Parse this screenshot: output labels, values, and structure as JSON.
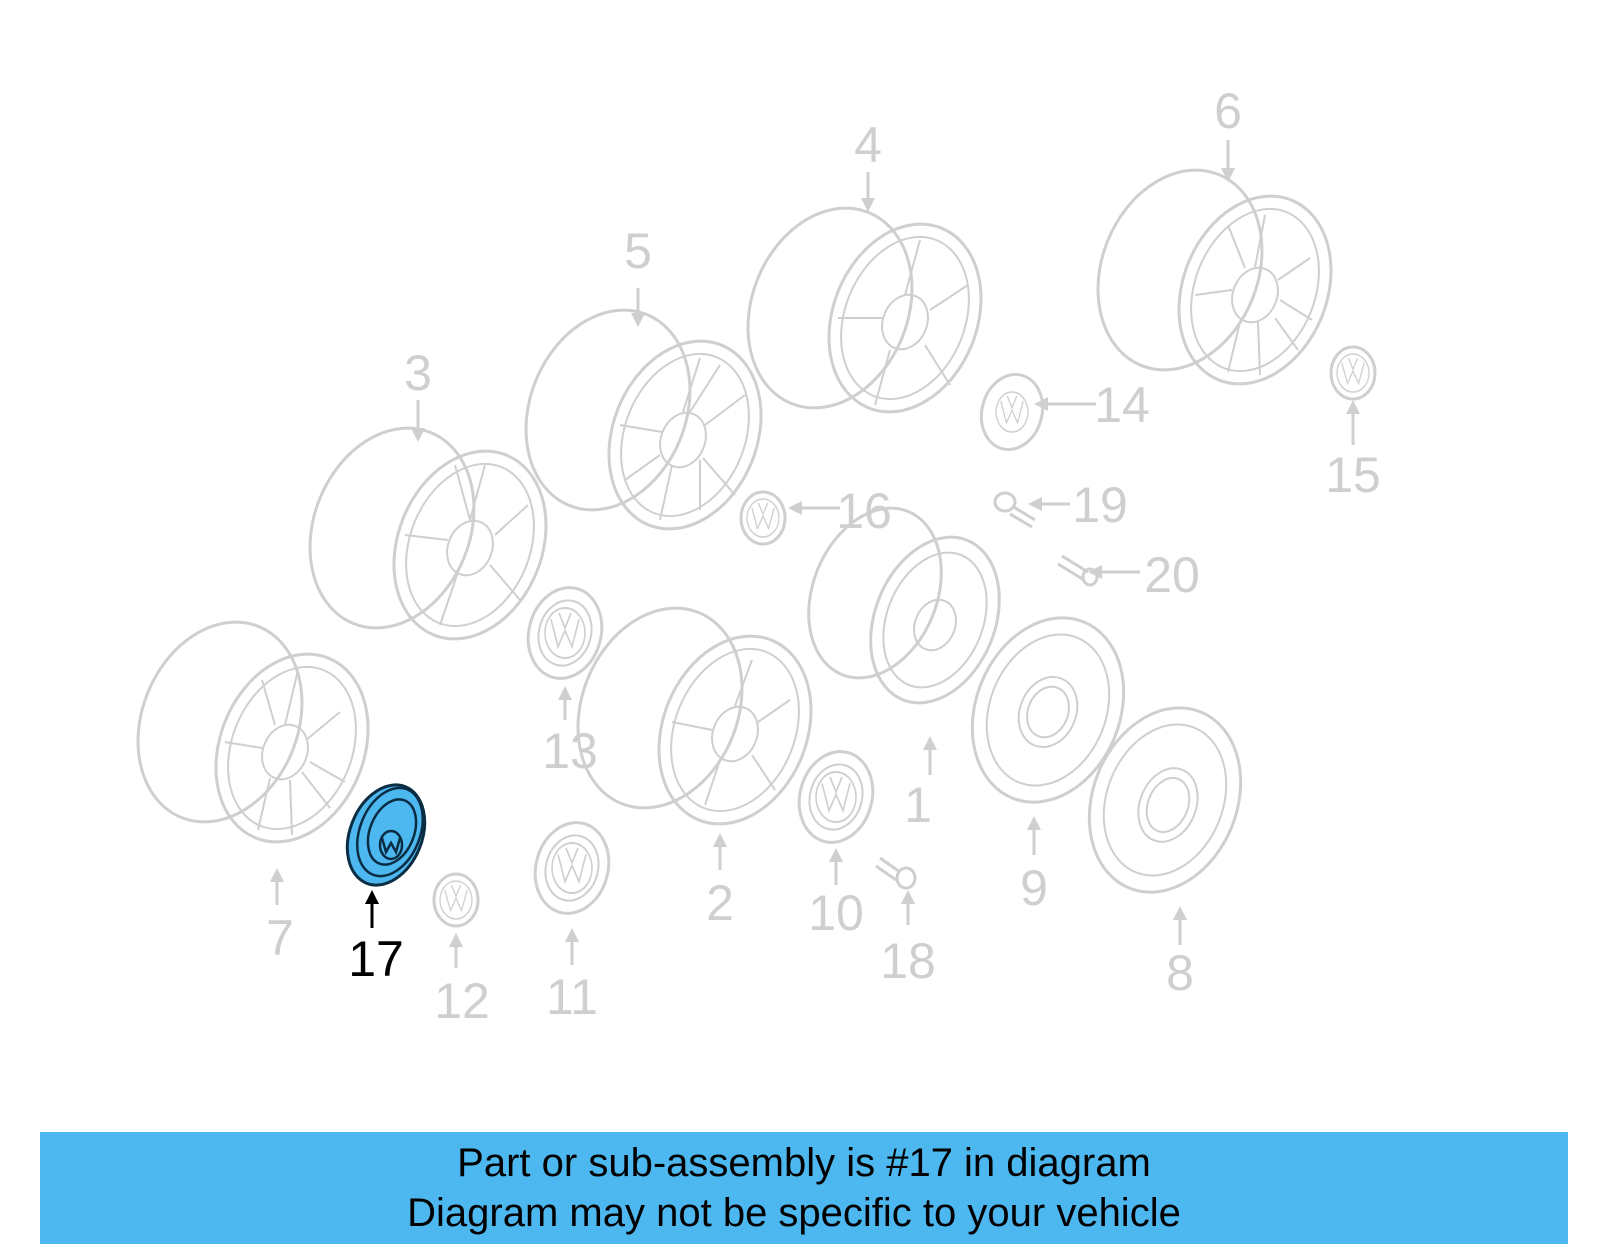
{
  "diagram": {
    "highlighted_callout": "17",
    "callouts": {
      "c1": "1",
      "c2": "2",
      "c3": "3",
      "c4": "4",
      "c5": "5",
      "c6": "6",
      "c7": "7",
      "c8": "8",
      "c9": "9",
      "c10": "10",
      "c11": "11",
      "c12": "12",
      "c13": "13",
      "c14": "14",
      "c15": "15",
      "c16": "16",
      "c17": "17",
      "c18": "18",
      "c19": "19",
      "c20": "20"
    },
    "colors": {
      "inactive": "#cfcfcf",
      "highlight_fill": "#4db8f0",
      "highlight_callout": "#000000"
    }
  },
  "banner": {
    "line1": "Part or sub-assembly is #17 in diagram",
    "line2": "Diagram may not be specific to your vehicle",
    "background": "#4db8f0"
  }
}
